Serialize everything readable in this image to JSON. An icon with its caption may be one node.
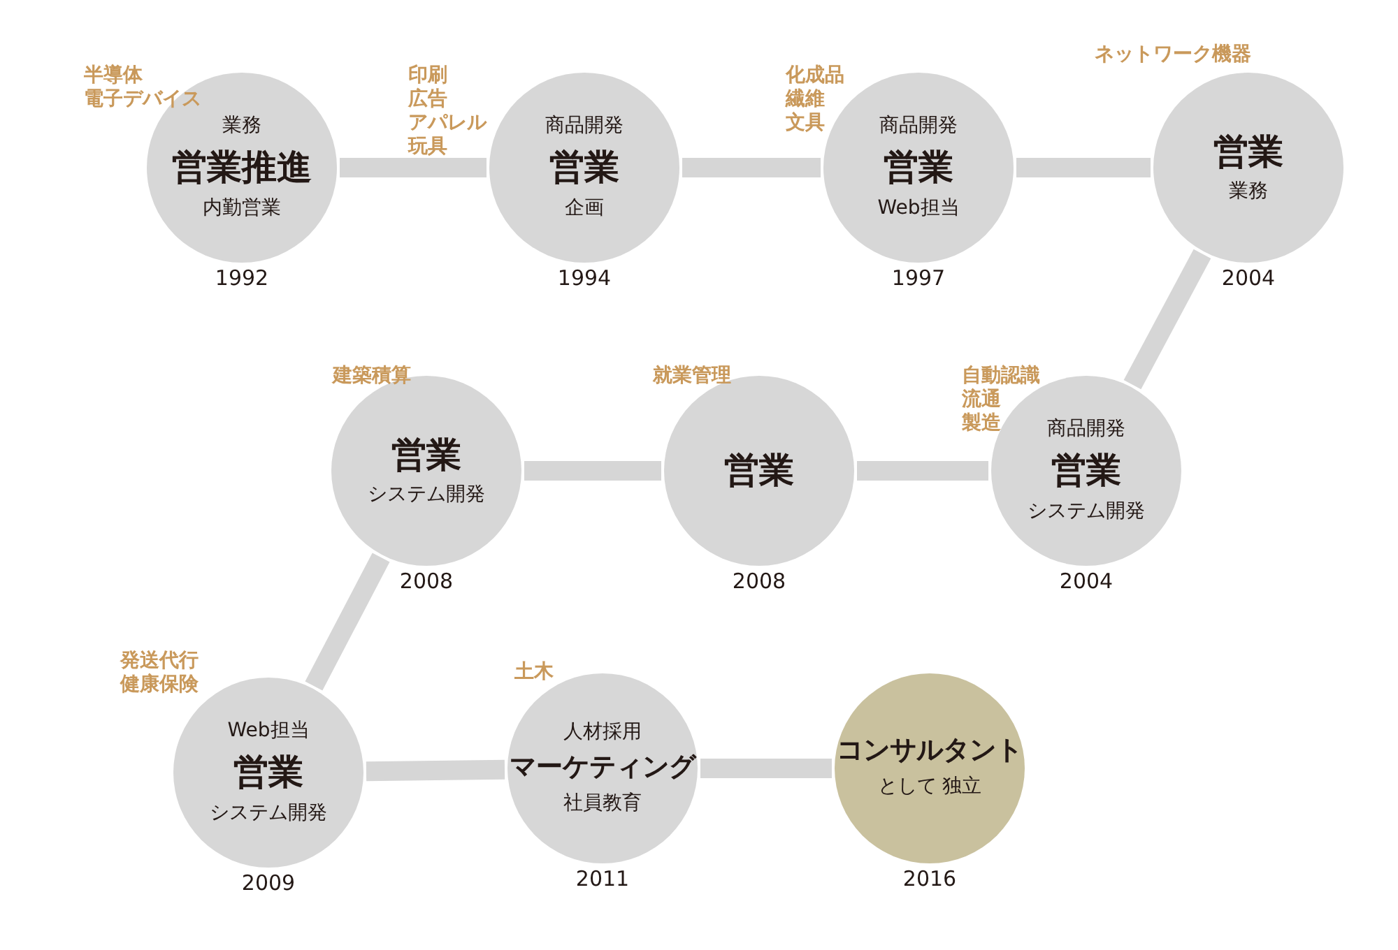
{
  "diagram": {
    "nodes": [
      {
        "text": [
          "業務",
          "営業推進",
          "内勤営業"
        ],
        "beside": [
          "半導体",
          "電子デバイス",
          "1992"
        ]
      },
      {
        "text": [
          "商品開発",
          "営業",
          "企画"
        ],
        "beside": [
          "印刷",
          "広告",
          "アパレル",
          "玩具",
          "1994"
        ]
      },
      {
        "text": [
          "商品開発",
          "営業",
          "Web担当"
        ],
        "beside": [
          "化成品",
          "繊維",
          "文具",
          "1997"
        ]
      },
      {
        "text": [
          "営業",
          "業務"
        ],
        "beside": [
          "ネットワーク機器",
          "2004"
        ]
      },
      {
        "text": [
          "商品開発",
          "営業",
          "システム開発"
        ],
        "beside": [
          "自動認識",
          "流通",
          "製造",
          "2004"
        ]
      },
      {
        "text": [
          "営業"
        ],
        "beside": [
          "就業管理",
          "2008"
        ]
      },
      {
        "text": [
          "営業",
          "システム開発"
        ],
        "beside": [
          "建築積算",
          "2008"
        ]
      },
      {
        "text": [
          "Web担当",
          "営業",
          "システム開発"
        ],
        "beside": [
          "発送代行",
          "健康保険",
          "2009"
        ]
      },
      {
        "text": [
          "人材採用",
          "マーケティング",
          "社員教育"
        ],
        "beside": [
          "土木",
          "2011"
        ]
      },
      {
        "text": [
          "コンサルタント",
          "として 独立"
        ],
        "beside": [
          "2016"
        ]
      }
    ],
    "edges": [
      {
        "from": 0,
        "to": 1,
        "arrow": "none"
      },
      {
        "from": 1,
        "to": 2,
        "arrow": "none"
      },
      {
        "from": 2,
        "to": 3,
        "arrow": "none"
      },
      {
        "from": 3,
        "to": 4,
        "arrow": "none"
      },
      {
        "from": 4,
        "to": 5,
        "arrow": "none"
      },
      {
        "from": 5,
        "to": 6,
        "arrow": "none"
      },
      {
        "from": 6,
        "to": 7,
        "arrow": "none"
      },
      {
        "from": 7,
        "to": 8,
        "arrow": "none"
      },
      {
        "from": 8,
        "to": 9,
        "arrow": "none"
      }
    ]
  }
}
